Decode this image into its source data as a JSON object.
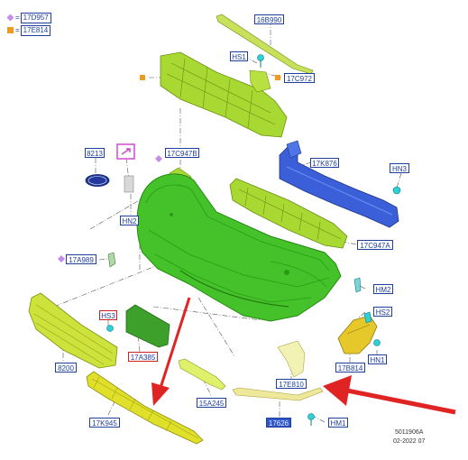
{
  "legend": [
    {
      "symbol": "diamond",
      "color": "#c58ce8",
      "code": "17D957"
    },
    {
      "symbol": "square",
      "color": "#f29a1e",
      "code": "17E814"
    }
  ],
  "labels": {
    "l16B990": "16B990",
    "lHS1": "HS1",
    "l17C972": "17C972",
    "l8213": "8213",
    "l17C947B": "17C947B",
    "l17K876": "17K876",
    "lHN3": "HN3",
    "lHN2": "HN2",
    "l17C947A": "17C947A",
    "l17A989": "17A989",
    "lHM2": "HM2",
    "lHS3": "HS3",
    "lHS2": "HS2",
    "l17A385": "17A385",
    "lHN1": "HN1",
    "l8200": "8200",
    "l17B814": "17B814",
    "l17E810": "17E810",
    "l15A245": "15A245",
    "l17K945": "17K945",
    "l17626": "17626",
    "lHM1": "HM1"
  },
  "footer": {
    "code": "5011906A",
    "date": "02-2022 07"
  },
  "colors": {
    "label_border": "#1f3f9a",
    "bumper_green": "#3fbf2f",
    "bracket_green": "#9acd32",
    "beam_blue": "#3a5fd9",
    "grille_yellow": "#c9d62a",
    "arrow_red": "#e02424"
  }
}
